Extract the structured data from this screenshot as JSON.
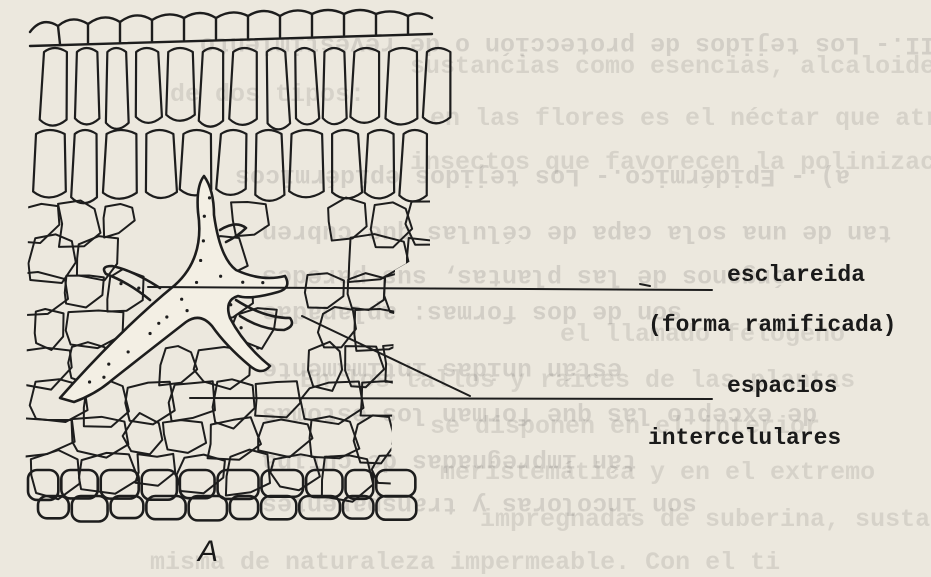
{
  "figure": {
    "letter": "A",
    "labels": {
      "sclereid": "esclareida",
      "sclereid_form": "(forma ramificada)",
      "spaces": "espacios",
      "spaces_2": "intercelulares"
    }
  },
  "bleed_through": {
    "reverse_lines": [
      "II.- Los tejidos de protección o de revestimiento",
      "a).- Epidérmico.- Los tejidos epidérmicos",
      "tan de una sola capa de células que cubren",
      "órganos de las plantas, sus paredes",
      "son de dos formas: aplanadas",
      "están unidas íntimamente",
      "de excepto las que forman los estomas",
      "tán impregnadas de cutina",
      "son incoloras y transparentes"
    ],
    "other_lines": [
      "sustancias como esencias, alcaloides, etc",
      "en las flores es el néctar que atrae a los",
      "de dos tipos:",
      "insectos que favorecen la polinización de",
      "el llamado felógeno",
      "En los tallos y raíces de las plantas",
      "se disponen en el interior",
      "meristemática y en el extremo",
      "impregnadas de suberina, sustancia",
      "misma de naturaleza impermeable. Con el ti"
    ]
  }
}
